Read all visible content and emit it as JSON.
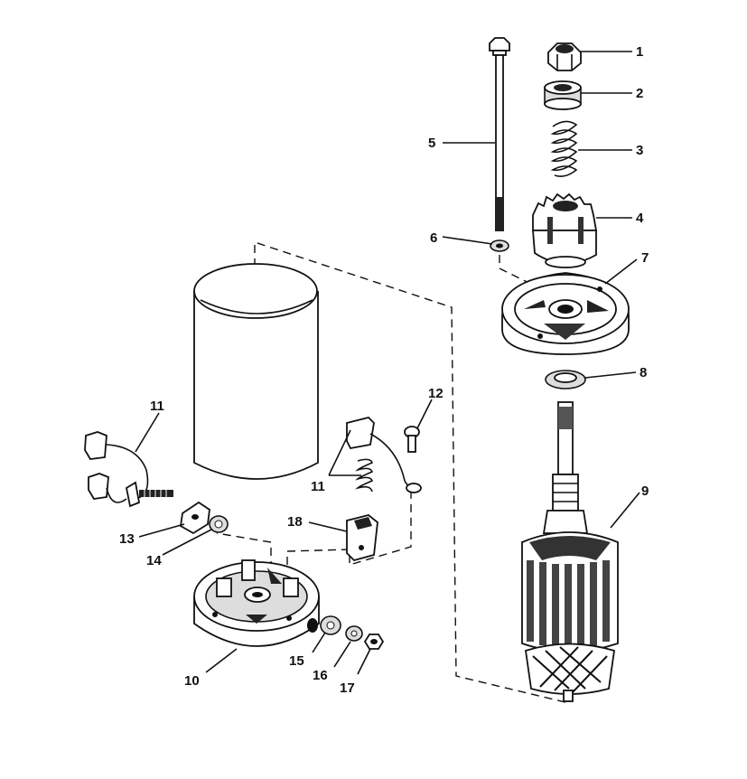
{
  "diagram": {
    "labels": {
      "1": "1",
      "2": "2",
      "3": "3",
      "4": "4",
      "5": "5",
      "6": "6",
      "7": "7",
      "8": "8",
      "9": "9",
      "10": "10",
      "11a": "11",
      "11b": "11",
      "12": "12",
      "13": "13",
      "14": "14",
      "15": "15",
      "16": "16",
      "17": "17",
      "18": "18"
    }
  }
}
